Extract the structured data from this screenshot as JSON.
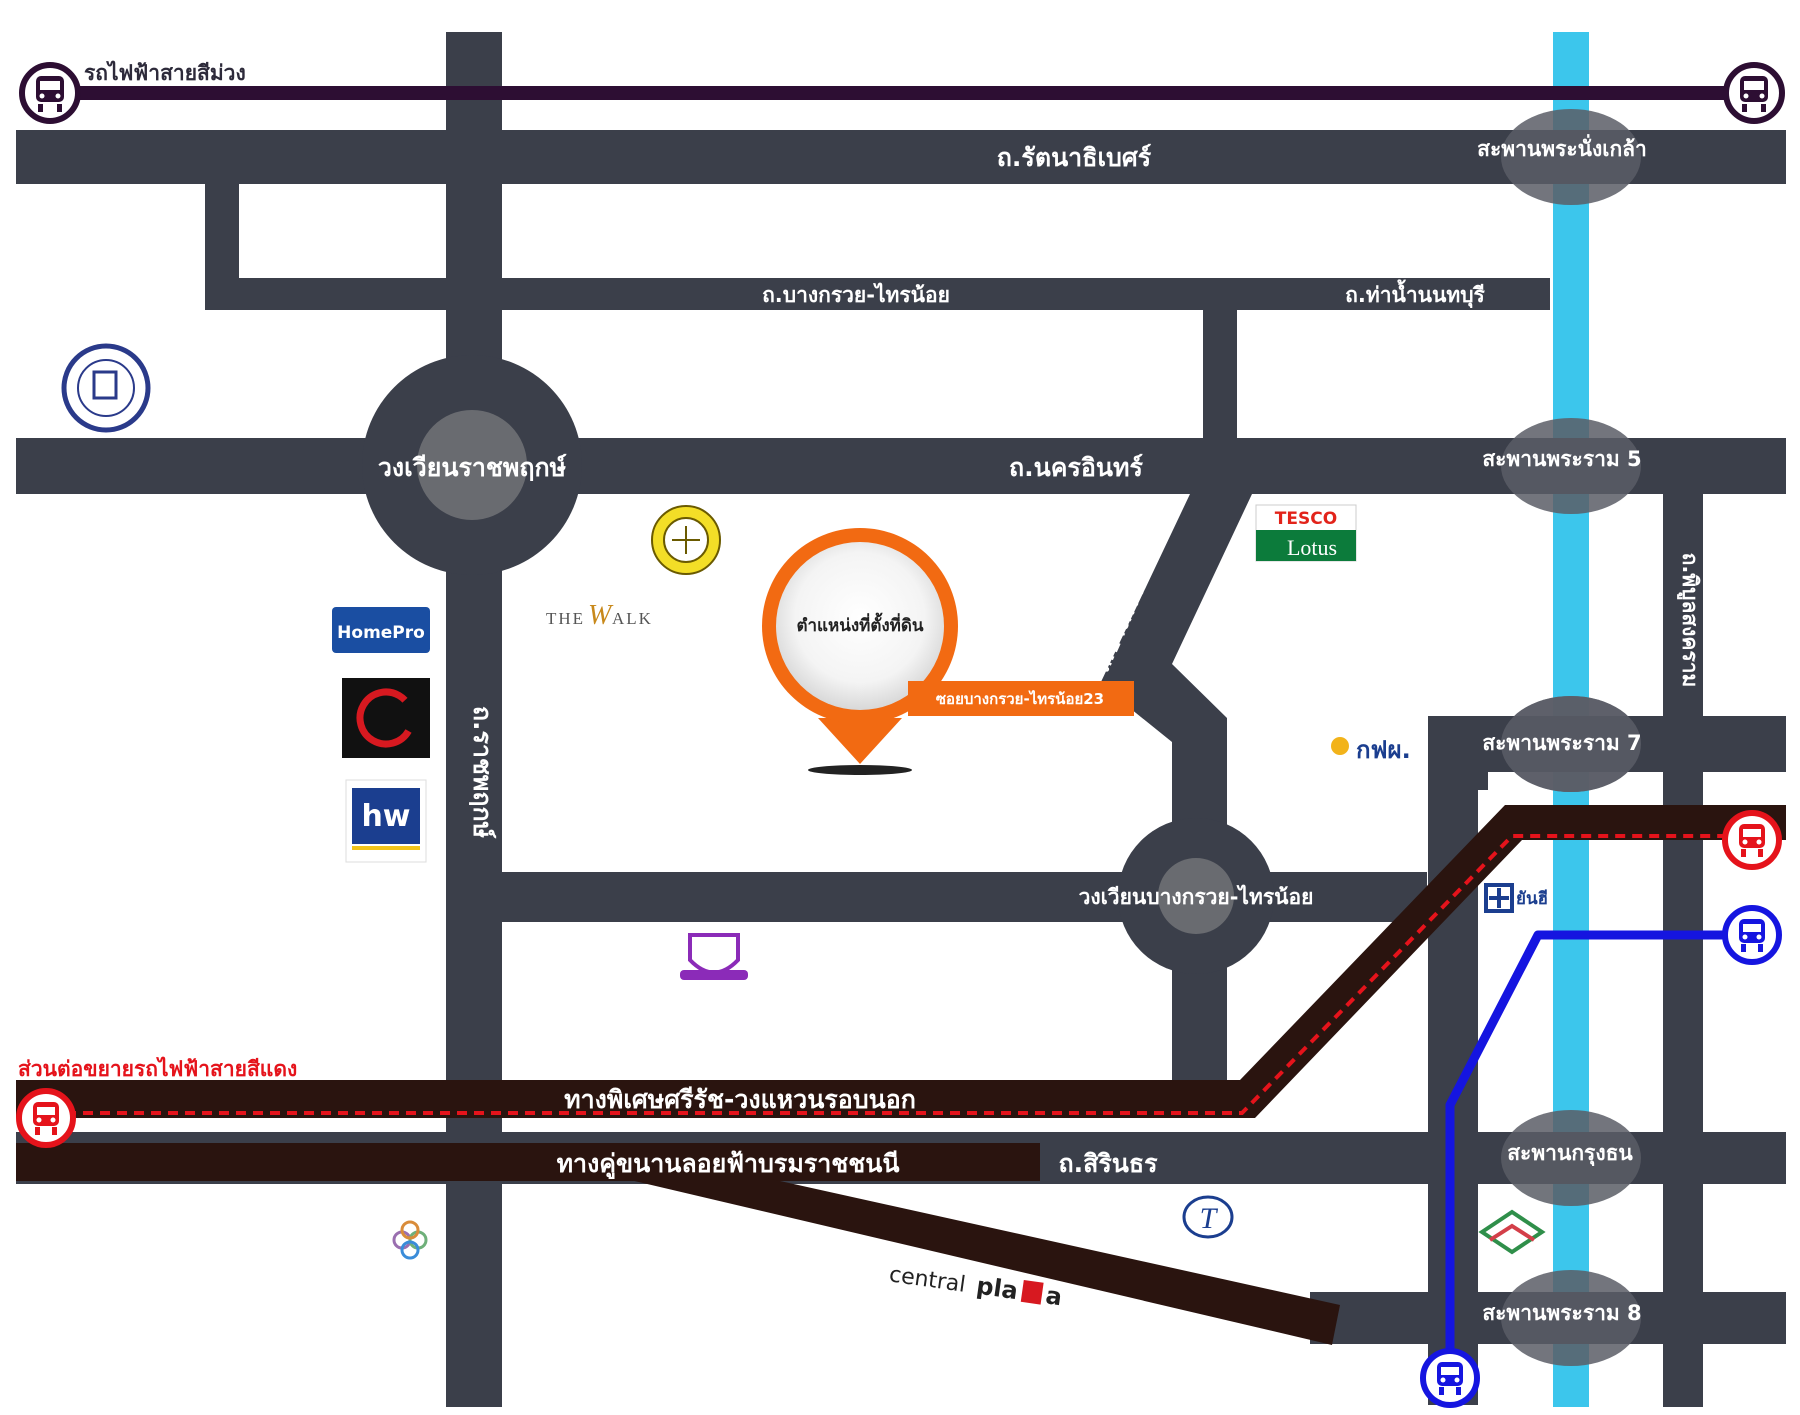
{
  "map": {
    "lines": {
      "purple": "รถไฟฟ้าสายสีม่วง",
      "red_extension": "ส่วนต่อขยายรถไฟฟ้าสายสีแดง"
    },
    "roads": {
      "rattanathibet": "ถ.รัตนาธิเบศร์",
      "bangkruai_sainoi_top": "ถ.บางกรวย-ไทรน้อย",
      "tha_nam_nonthaburi": "ถ.ท่าน้ำนนทบุรี",
      "nakhon_in": "ถ.นครอินทร์",
      "ratchaphruek": "ถ.ราชพฤกษ์",
      "bangkruai_sainoi_diag": "ถ.บางกรวย-ไทรน้อย",
      "phibunsongkhram": "ถ.พิบูลสงคราม",
      "soi": "ซอยบางกรวย-ไทรน้อย23",
      "sirindhorn": "ถ.สิรินธร",
      "expressway_outer": "ทางพิเศษศรีรัช-วงแหวนรอบนอก",
      "parallel_elevated": "ทางคู่ขนานลอยฟ้าบรมราชชนนี"
    },
    "circles": {
      "ratchaphruek": "วงเวียนราชพฤกษ์",
      "bangkruai_sainoi": "วงเวียนบางกรวย-ไทรน้อย"
    },
    "bridges": {
      "phra_nang_klao": "สะพานพระนั่งเกล้า",
      "rama5": "สะพานพระราม 5",
      "rama7": "สะพานพระราม 7",
      "krung_thon": "สะพานกรุงธน",
      "rama8": "สะพานพระราม 8"
    },
    "pin": {
      "label": "ตำแหน่งที่ตั้งที่ดิน"
    },
    "landmarks": {
      "tesco": "TESCO",
      "lotus": "Lotus",
      "homepro": "HomePro",
      "the_walk_a": "THE",
      "the_walk_b": "W",
      "the_walk_c": "ALK",
      "central_plaza_a": "central",
      "central_plaza_b": "pla",
      "central_plaza_c": "a",
      "hw": "hw",
      "egat": "กฟผ.",
      "yanhee": "ยันฮี"
    },
    "colors": {
      "road": "#3b3f4a",
      "river": "#3cc6ec",
      "purple_line": "#2d0e33",
      "expressway": "#2a140f",
      "red_line": "#e5131b",
      "blue_line": "#1515e0",
      "pin": "#f26a12"
    },
    "icons": [
      "train-icon",
      "location-pin-icon"
    ]
  }
}
